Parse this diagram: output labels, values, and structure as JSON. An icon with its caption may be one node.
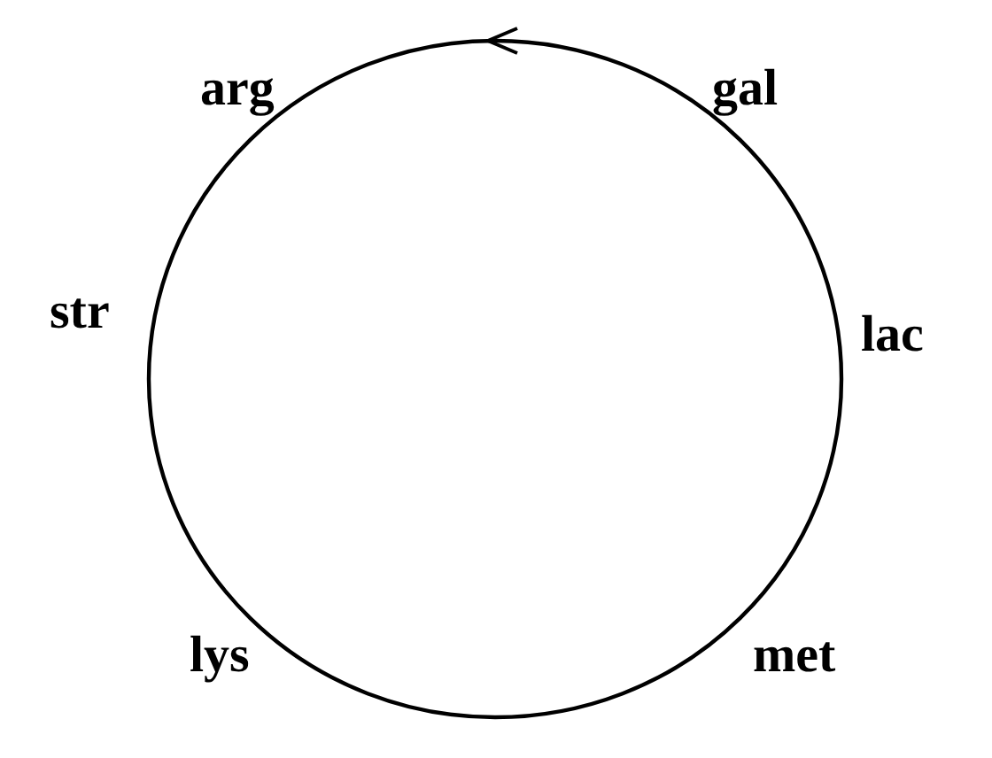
{
  "diagram": {
    "labels": [
      "arg",
      "gal",
      "str",
      "lac",
      "lys",
      "met"
    ]
  }
}
